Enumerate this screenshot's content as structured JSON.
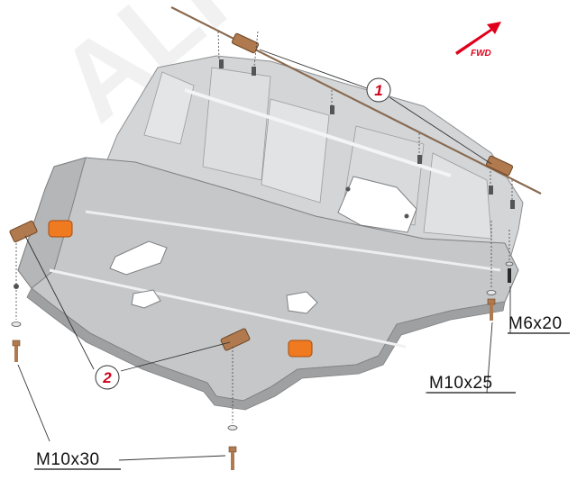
{
  "diagram": {
    "watermark": "ALFeCO",
    "direction": {
      "label": "FWD",
      "color": "#e0001b"
    },
    "callouts": [
      {
        "id": "callout-1",
        "number": "1"
      },
      {
        "id": "callout-2",
        "number": "2"
      }
    ],
    "fasteners": [
      {
        "id": "fastener-m6x20",
        "label": "M6x20"
      },
      {
        "id": "fastener-m10x25",
        "label": "M10x25"
      },
      {
        "id": "fastener-m10x30",
        "label": "M10x30"
      }
    ],
    "colors": {
      "plate": "#c9cbcd",
      "plate_shadow": "#a9abad",
      "plate_highlight": "#eceded",
      "bracket": "#b07a4e",
      "rubber_pad": "#f07a20",
      "leader": "#333333",
      "callout_text": "#d0021b"
    }
  }
}
